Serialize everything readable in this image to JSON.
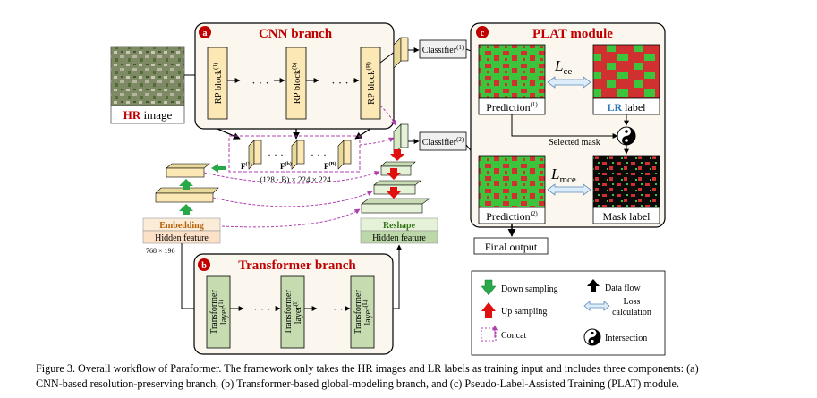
{
  "figure": {
    "caption_line1": "Figure 3.  Overall workflow of Paraformer. The framework only takes the HR images and LR labels as training input and includes three components: (a)",
    "caption_line2": "CNN-based resolution-preserving branch, (b) Transformer-based global-modeling branch, and (c) Pseudo-Label-Assisted Training (PLAT) module."
  },
  "input": {
    "hr_bold": "HR",
    "hr_rest": " image"
  },
  "cnn_branch": {
    "badge": "a",
    "title": "CNN branch",
    "blocks": [
      {
        "label": "RP block",
        "sup": "(1)"
      },
      {
        "label": "RP block",
        "sup": "(b)"
      },
      {
        "label": "RP block",
        "sup": "(B)"
      }
    ],
    "dots": "· · ·"
  },
  "features": {
    "items": [
      {
        "label": "F",
        "sup": "(1)"
      },
      {
        "label": "F",
        "sup": "(b)"
      },
      {
        "label": "F",
        "sup": "(B)"
      }
    ],
    "dots": "· · ·",
    "shape": "(128 · B) × 224 × 224"
  },
  "classifiers": {
    "c1": {
      "label": "Classifier",
      "sup": "(1)"
    },
    "c2": {
      "label": "Classifier",
      "sup": "(2)"
    }
  },
  "plat": {
    "badge": "c",
    "title": "PLAT module",
    "pred1": {
      "label": "Prediction",
      "sup": "(1)"
    },
    "pred2": {
      "label": "Prediction",
      "sup": "(2)"
    },
    "lr_bold": "LR",
    "lr_rest": " label",
    "mask_label": "Mask label",
    "selected_mask": "Selected mask",
    "loss_ce_main": "L",
    "loss_ce_sub": "ce",
    "loss_mce_main": "L",
    "loss_mce_sub": "mce",
    "final_output": "Final output"
  },
  "embedding": {
    "title": "Embedding",
    "hidden": "Hidden feature",
    "shape": "768 × 196"
  },
  "reshape": {
    "title": "Reshape",
    "hidden": "Hidden feature"
  },
  "transformer_branch": {
    "badge": "b",
    "title": "Transformer branch",
    "layers": [
      {
        "label": "Transformer",
        "label2": "layer",
        "sup": "(1)"
      },
      {
        "label": "Transformer",
        "label2": "layer",
        "sup": "(l)"
      },
      {
        "label": "Transformer",
        "label2": "layer",
        "sup": "(L)"
      }
    ],
    "dots": "· · ·"
  },
  "legend": {
    "down": "Down sampling",
    "up": "Up sampling",
    "concat": "Concat",
    "flow": "Data flow",
    "loss1": "Loss",
    "loss2": "calculation",
    "intersection": "Intersection"
  },
  "colors": {
    "panel_bg": "#fbf6ee",
    "block_fill": "#fbe8b4",
    "accent_red": "#c00000",
    "seg_green": "#3cc43c",
    "seg_red": "#d03030",
    "down_green": "#29a84a",
    "up_red": "#e01010",
    "concat_magenta": "#b040b0"
  },
  "icons": [
    "down-arrow-icon",
    "up-arrow-icon",
    "double-arrow-icon",
    "yin-yang-icon",
    "data-flow-icon"
  ]
}
